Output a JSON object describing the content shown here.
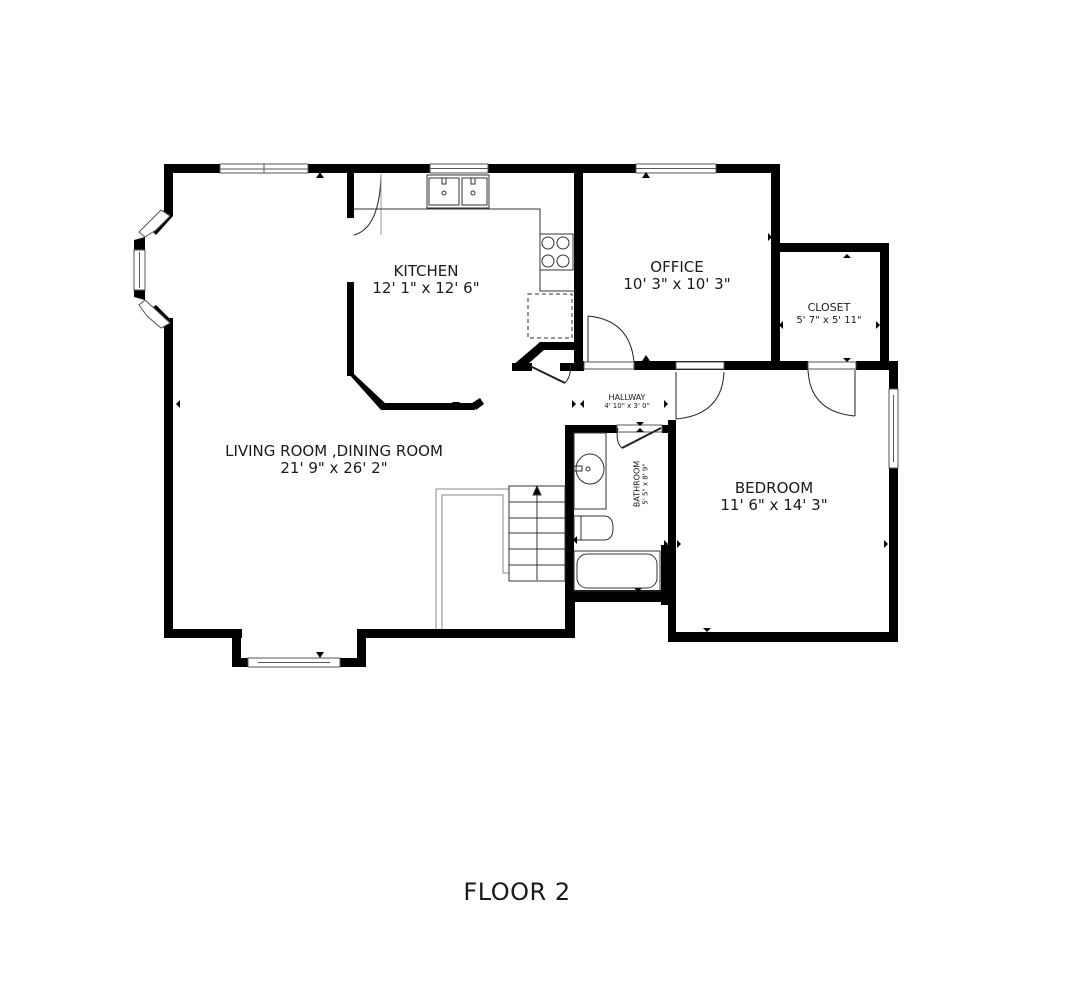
{
  "floor": {
    "title": "FLOOR 2"
  },
  "colors": {
    "wall": "#000000",
    "background": "#ffffff",
    "fixture": "#333333",
    "window": "#888888"
  },
  "rooms": [
    {
      "id": "living-dining",
      "name": "LIVING ROOM ,DINING ROOM",
      "dims": "21' 9\" x 26' 2\""
    },
    {
      "id": "kitchen",
      "name": "KITCHEN",
      "dims": "12' 1\" x 12' 6\""
    },
    {
      "id": "office",
      "name": "OFFICE",
      "dims": "10' 3\" x 10' 3\""
    },
    {
      "id": "closet",
      "name": "CLOSET",
      "dims": "5' 7\" x 5' 11\""
    },
    {
      "id": "hallway",
      "name": "HALLWAY",
      "dims": "4' 10\" x 3' 0\""
    },
    {
      "id": "bathroom",
      "name": "BATHROOM",
      "dims": "5' 5\" x 8' 9\""
    },
    {
      "id": "bedroom",
      "name": "BEDROOM",
      "dims": "11' 6\" x 14' 3\""
    }
  ]
}
